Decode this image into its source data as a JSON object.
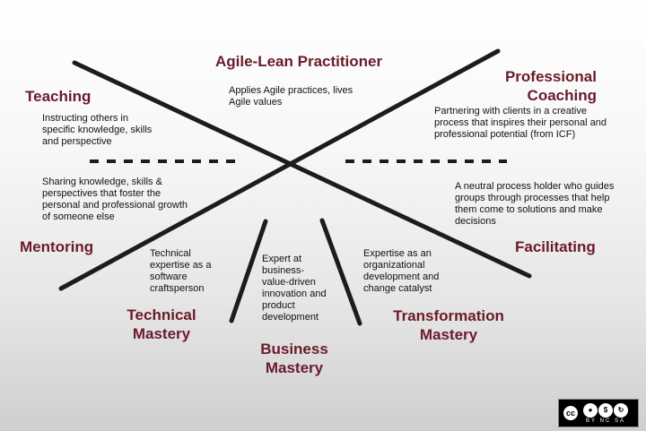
{
  "diagram": {
    "center": {
      "title": "Agile-Lean Practitioner",
      "description": "Applies Agile practices, lives Agile values"
    },
    "teaching": {
      "title": "Teaching",
      "description": "Instructing others in specific knowledge, skills and perspective"
    },
    "mentoring": {
      "title": "Mentoring",
      "description": "Sharing knowledge, skills & perspectives that foster the personal and professional growth of someone else"
    },
    "professional_coaching": {
      "title_line1": "Professional",
      "title_line2": "Coaching",
      "description": "Partnering with clients in a creative process that inspires their personal and professional potential (from ICF)"
    },
    "facilitating": {
      "title": "Facilitating",
      "description": "A neutral process holder who guides groups through processes that help them come to solutions and make decisions"
    },
    "technical_mastery": {
      "title_line1": "Technical",
      "title_line2": "Mastery",
      "description": "Technical expertise as a software craftsperson"
    },
    "business_mastery": {
      "title_line1": "Business",
      "title_line2": "Mastery",
      "description": "Expert at business-value-driven innovation and product development"
    },
    "transformation_mastery": {
      "title_line1": "Transformation",
      "title_line2": "Mastery",
      "description": "Expertise as an organizational development and change catalyst"
    }
  },
  "license_badge": {
    "cc": "cc",
    "by": "BY",
    "nc": "NC",
    "sa": "SA"
  }
}
